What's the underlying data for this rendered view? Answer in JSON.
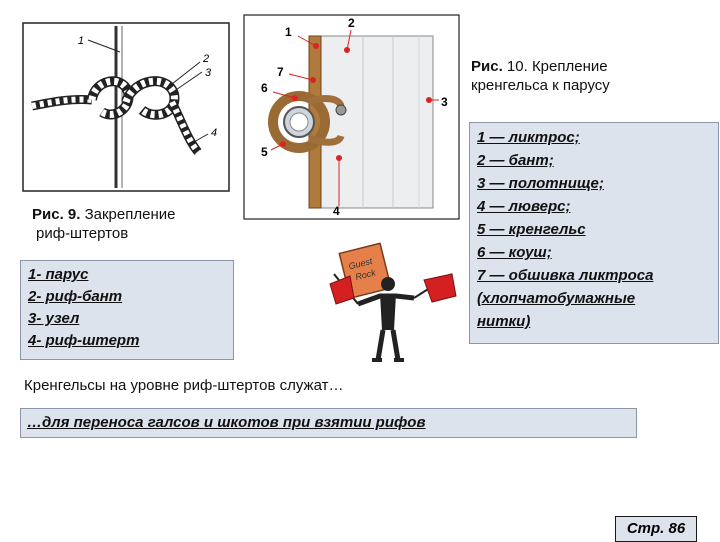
{
  "figure9": {
    "caption_prefix": "Рис. 9.",
    "caption_line1": "Закрепление",
    "caption_line2": "риф-штертов",
    "labels": [
      "1",
      "2",
      "3",
      "4"
    ]
  },
  "figure10": {
    "caption_prefix": "Рис.",
    "caption_line1": "10. Крепление",
    "caption_line2": "кренгельса к парусу",
    "labels": [
      "1",
      "2",
      "3",
      "4",
      "5",
      "6",
      "7"
    ]
  },
  "legend9": [
    "1- парус",
    "2- риф-бант",
    "3- узел",
    "4- риф-штерт"
  ],
  "legend10": [
    " 1 — ликтрос;",
    "2 — бант;",
    "3 — полотнище;",
    "4 — люверс;",
    "5 — кренгельс",
    "6 — коуш;",
    "7 — обшивка ликтроса",
    "(хлопчатобумажные",
    "нитки)"
  ],
  "sign_text": [
    "Guest",
    "Rock"
  ],
  "question": "Кренгельсы на уровне риф-штертов служат…",
  "answer": "…для переноса галсов и шкотов при взятии рифов",
  "page": "Стр. 86"
}
